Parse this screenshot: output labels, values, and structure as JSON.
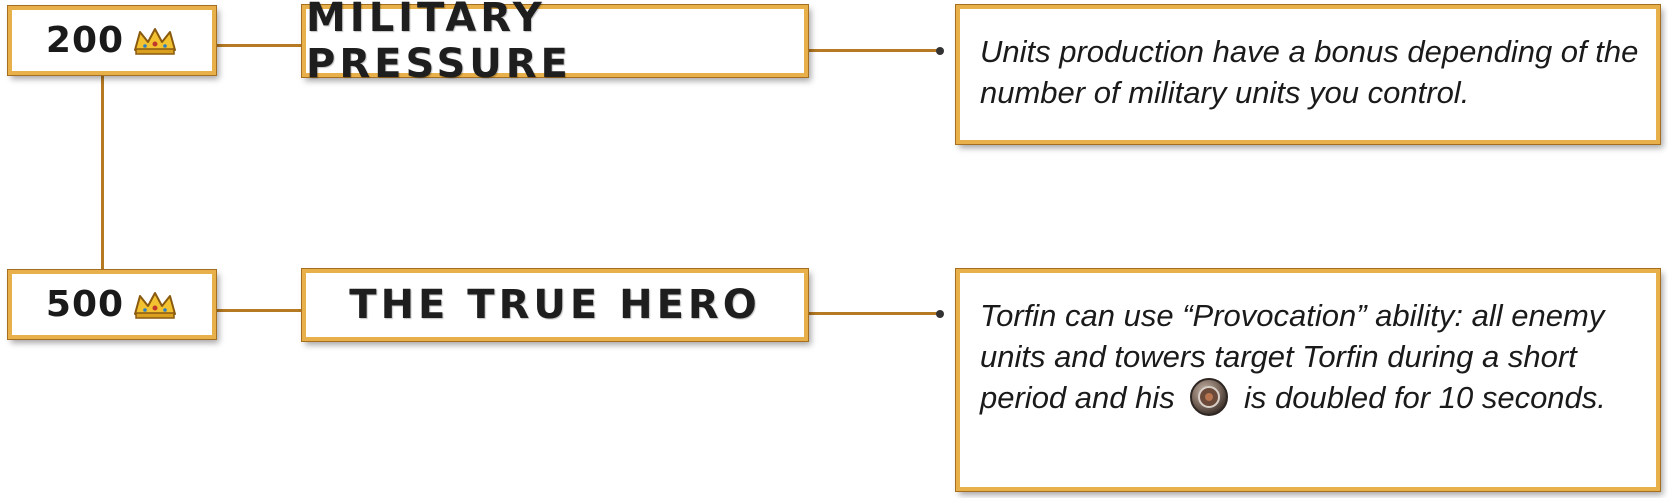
{
  "tiers": [
    {
      "cost": "200",
      "currency_icon": "crown-icon",
      "title": "MILITARY PRESSURE",
      "description": "Units production have a bonus depending of the number of military units you control."
    },
    {
      "cost": "500",
      "currency_icon": "crown-icon",
      "title": "THE TRUE HERO",
      "description_before": "Torfin can use “Provocation” ability: all enemy units and towers target Torfin during a short period and his",
      "description_icon": "shield-icon",
      "description_after": "is doubled for 10 seconds."
    }
  ],
  "colors": {
    "frame": "#e8b04a",
    "connector": "#b57a22",
    "text": "#1a1a1a"
  }
}
